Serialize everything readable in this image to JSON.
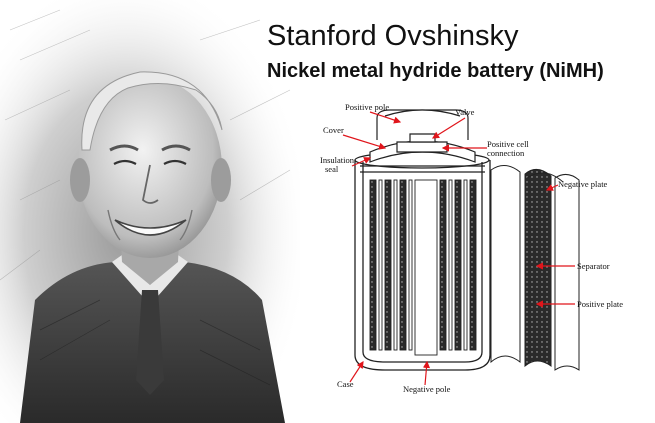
{
  "header": {
    "name": "Stanford Ovshinsky",
    "subtitle": "Nickel metal hydride battery (NiMH)"
  },
  "diagram": {
    "labels": {
      "positive_pole": "Positive pole",
      "valve": "Valve",
      "cover": "Cover",
      "positive_cell_connection_1": "Positive cell",
      "positive_cell_connection_2": "connection",
      "insulation_seal_1": "Insulation",
      "insulation_seal_2": "seal",
      "negative_plate": "Negative plate",
      "separator": "Separator",
      "positive_plate": "Positive plate",
      "case": "Case",
      "negative_pole": "Negative pole"
    },
    "arrow_color": "#e0151b"
  }
}
